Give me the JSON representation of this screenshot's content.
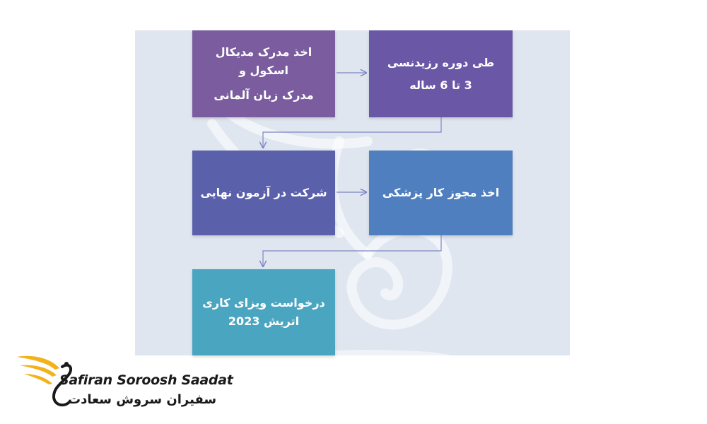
{
  "steps": [
    {
      "lines": [
        "اخذ مدرک مدیکال",
        "اسکول و",
        "مدرک زبان آلمانی"
      ]
    },
    {
      "lines": [
        "طی دوره رزیدنسی",
        "3 تا 6  ساله"
      ]
    },
    {
      "lines": [
        "شرکت در آزمون نهایی"
      ]
    },
    {
      "lines": [
        "اخذ مجوز کار پزشکی"
      ]
    },
    {
      "lines": [
        "درخواست ویزای کاری",
        "اتریش 2023"
      ]
    }
  ],
  "brand": {
    "name_en": "Safiran Soroosh Saadat",
    "name_fa": "سفیران سروش سعادت"
  },
  "colors": {
    "step1": "#7b5c9e",
    "step2": "#6a58a6",
    "step3": "#5a60a9",
    "step4": "#4f7fbe",
    "step5": "#4aa6c0",
    "panel": "#dfe6ef",
    "arrow": "#7d86c2",
    "logo_gold": "#f2b21b"
  }
}
